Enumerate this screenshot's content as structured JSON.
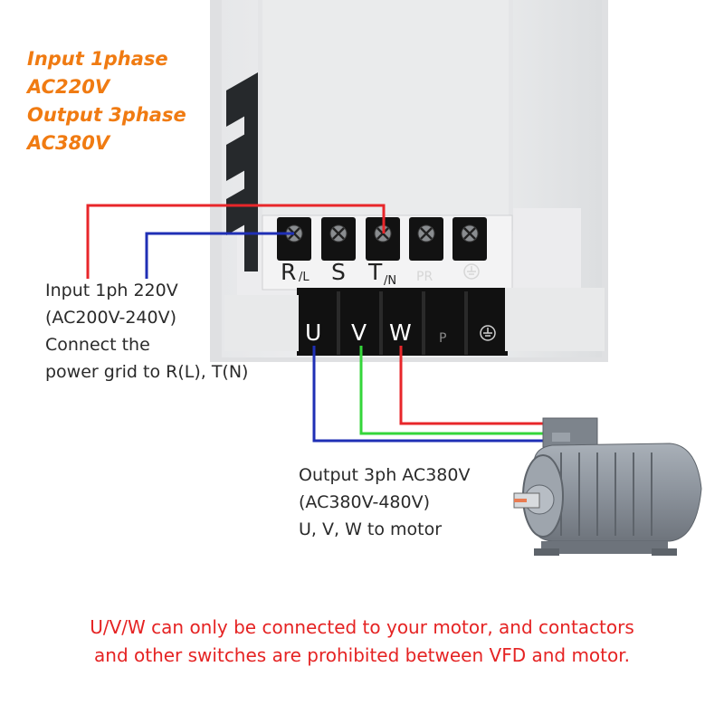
{
  "heading": {
    "line1": "Input 1phase",
    "line2": "AC220V",
    "line3": "Output 3phase",
    "line4": "AC380V"
  },
  "terminals_top": {
    "r": "R",
    "r_sub": "/L",
    "s": "S",
    "t": "T",
    "t_sub": "/N",
    "pr": "PR"
  },
  "terminals_bottom": {
    "u": "U",
    "v": "V",
    "w": "W",
    "p": "P"
  },
  "input_note": {
    "line1": "Input 1ph 220V",
    "line2": "(AC200V-240V)",
    "line3": "Connect the",
    "line4": "power grid to R(L), T(N)"
  },
  "output_note": {
    "line1": "Output 3ph AC380V",
    "line2": "(AC380V-480V)",
    "line3": "U, V, W to motor"
  },
  "warning": {
    "line1": "U/V/W can only be connected to your motor, and contactors",
    "line2": "and other switches are prohibited between VFD and motor."
  },
  "colors": {
    "heading": "#f07b12",
    "warning": "#e52323",
    "wire_red": "#e8262a",
    "wire_blue": "#1f2fb5",
    "wire_green": "#34d63a",
    "motor_body": "#8c939c"
  },
  "icons": {
    "ground": "ground-icon",
    "screw": "terminal-screw-icon",
    "motor": "motor-icon"
  }
}
